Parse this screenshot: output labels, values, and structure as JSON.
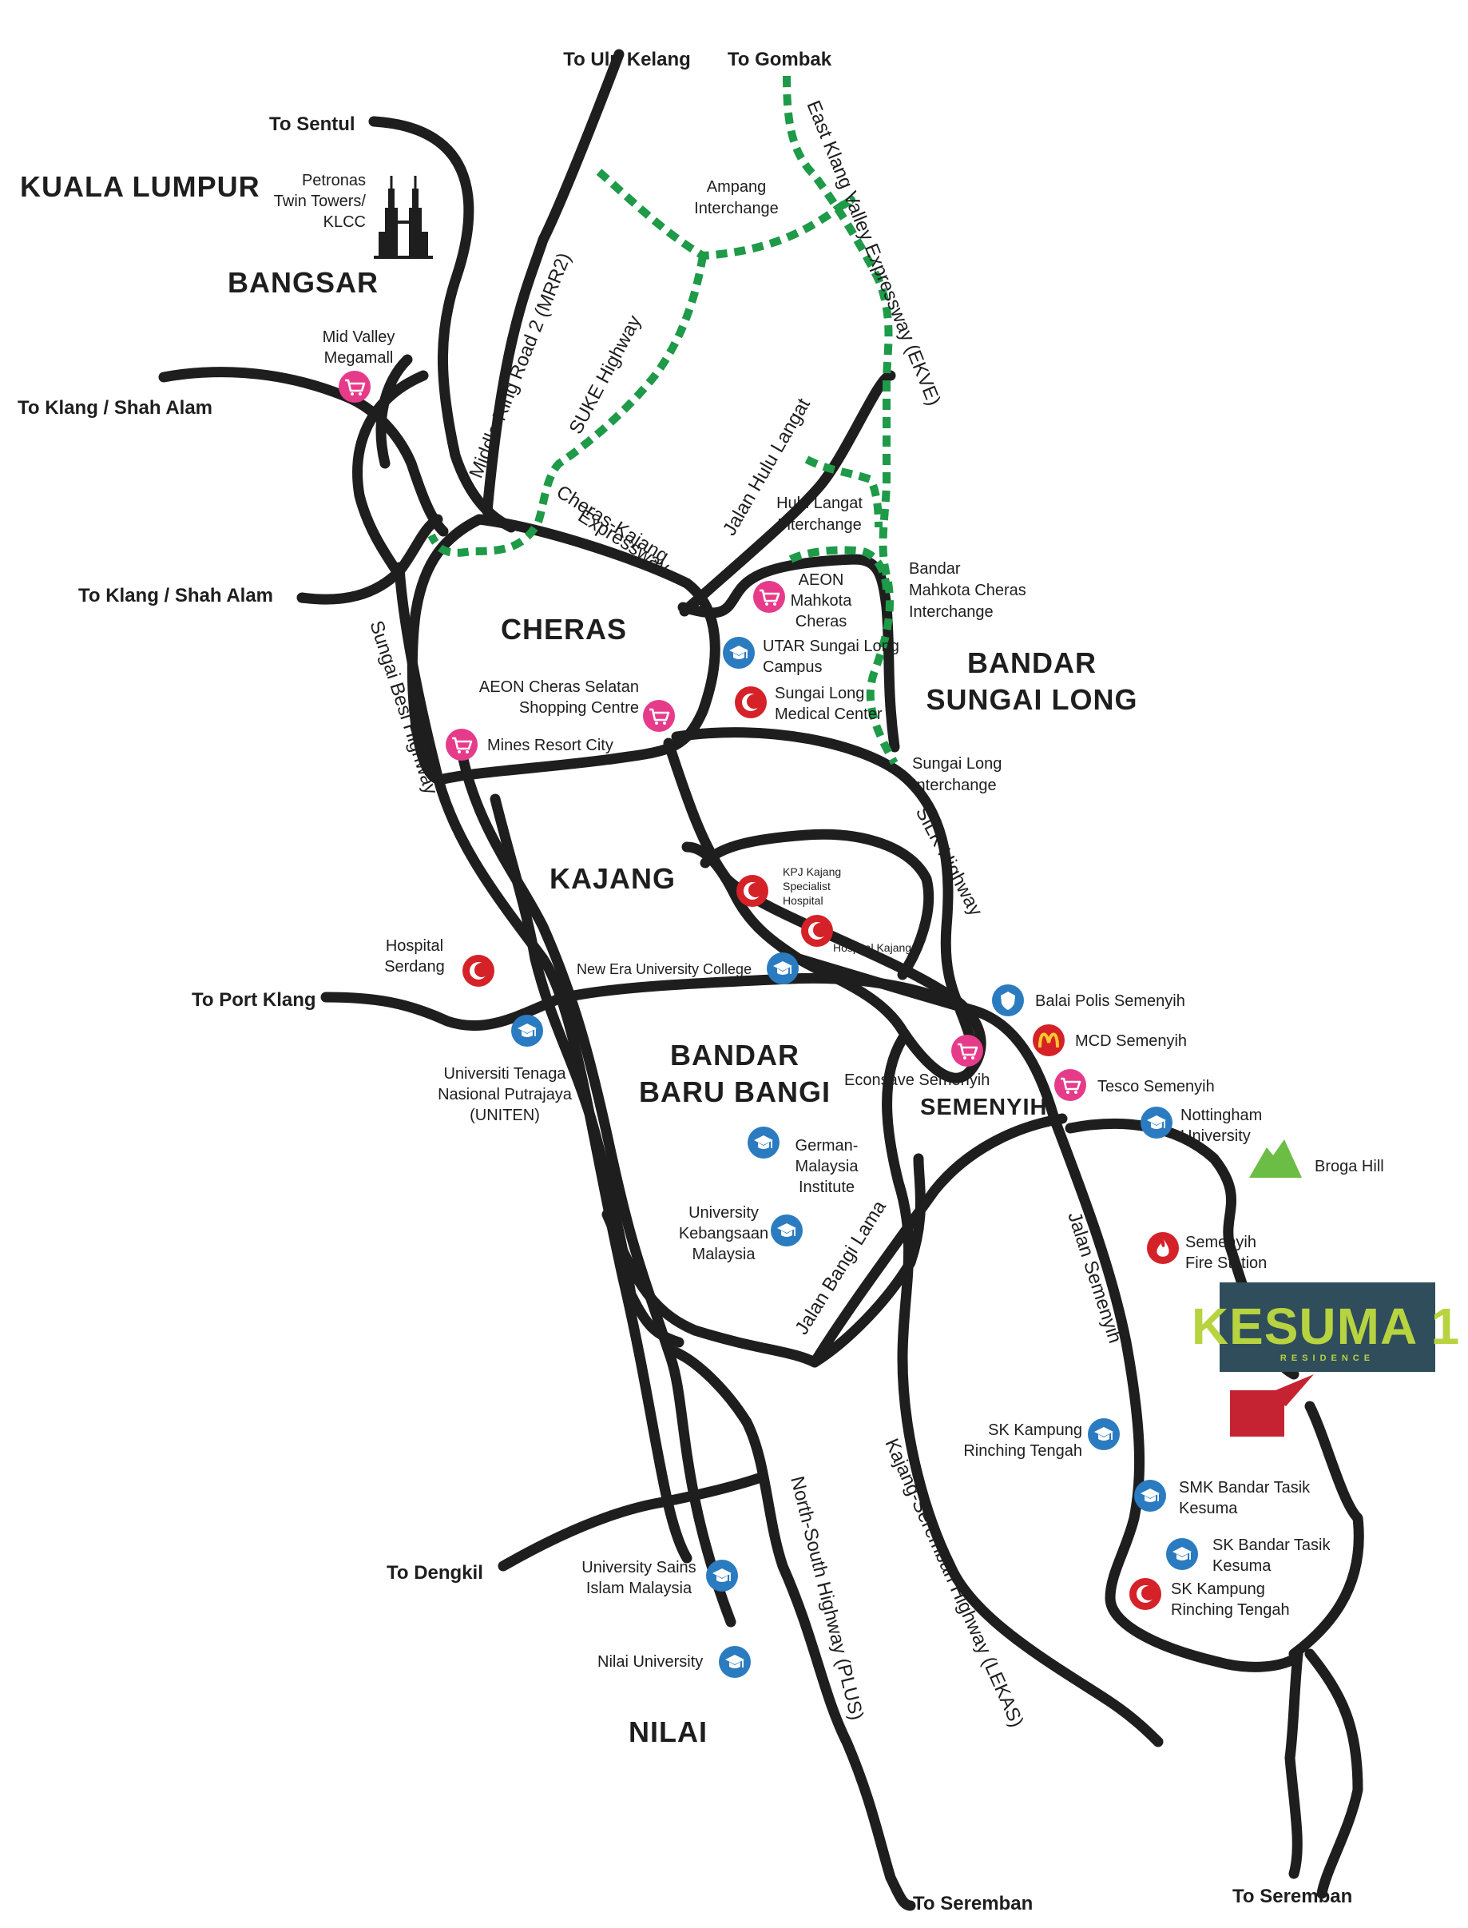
{
  "destinations": {
    "ulu_kelang": "To Ulu Kelang",
    "gombak": "To Gombak",
    "sentul": "To Sentul",
    "klang_shah_alam_1": "To Klang / Shah Alam",
    "klang_shah_alam_2": "To Klang / Shah Alam",
    "port_klang": "To Port Klang",
    "dengkil": "To Dengkil",
    "seremban_1": "To Seremban",
    "seremban_2": "To Seremban"
  },
  "areas": {
    "kuala_lumpur": "KUALA LUMPUR",
    "bangsar": "BANGSAR",
    "cheras": "CHERAS",
    "kajang": "KAJANG",
    "bandar_sungai_long_1": "BANDAR",
    "bandar_sungai_long_2": "SUNGAI LONG",
    "bandar_baru_bangi_1": "BANDAR",
    "bandar_baru_bangi_2": "BARU BANGI",
    "semenyih": "SEMENYIH",
    "nilai": "NILAI"
  },
  "roads": {
    "mrr2": "Middle Ring Road 2 (MRR2)",
    "suke": "SUKE Highway",
    "ekve": "East Klang Valley Expressway (EKVE)",
    "cheras_kajang_1": "Cheras-Kajang",
    "cheras_kajang_2": "Expressway",
    "hulu_langat": "Jalan Hulu Langat",
    "sungai_besi": "Sungai Besi Highway",
    "silk": "SILK Highway",
    "jalan_semenyih": "Jalan Semenyih",
    "bangi_lama": "Jalan Bangi Lama",
    "lekas": "Kajang-Seremban Highway (LEKAS)",
    "plus": "North-South Highway (PLUS)"
  },
  "interchanges": {
    "ampang": [
      "Ampang",
      "Interchange"
    ],
    "hulu_langat": [
      "Hulu Langat",
      "Interchange"
    ],
    "mahkota": [
      "Bandar",
      "Mahkota Cheras",
      "Interchange"
    ],
    "sungai_long": [
      "Sungai Long",
      "Interchange"
    ]
  },
  "pois": {
    "petronas": [
      "Petronas",
      "Twin Towers/",
      "KLCC"
    ],
    "mid_valley": [
      "Mid Valley",
      "Megamall"
    ],
    "aeon_mahkota": [
      "AEON",
      "Mahkota",
      "Cheras"
    ],
    "utar": [
      "UTAR Sungai Long",
      "Campus"
    ],
    "sungai_long_medical": [
      "Sungai Long",
      "Medical Center"
    ],
    "aeon_cheras_selatan": [
      "AEON Cheras Selatan",
      "Shopping Centre"
    ],
    "mines": "Mines Resort City",
    "kpj": [
      "KPJ Kajang",
      "Specialist",
      "Hospital"
    ],
    "hospital_kajang": "Hospital Kajang",
    "hospital_serdang": [
      "Hospital",
      "Serdang"
    ],
    "new_era": "New Era University College",
    "uniten": [
      "Universiti Tenaga",
      "Nasional Putrajaya",
      "(UNITEN)"
    ],
    "balai_polis": "Balai Polis Semenyih",
    "mcd": "MCD Semenyih",
    "econsave": "Econsave Semenyih",
    "tesco": "Tesco Semenyih",
    "nottingham": [
      "Nottingham",
      "University"
    ],
    "broga": "Broga Hill",
    "german_malaysia": [
      "German-",
      "Malaysia",
      "Institute"
    ],
    "ukm": [
      "University",
      "Kebangsaan",
      "Malaysia"
    ],
    "fire_station": [
      "Semenyih",
      "Fire Station"
    ],
    "sk_rinching_1": [
      "SK Kampung",
      "Rinching Tengah"
    ],
    "smk_tasik": [
      "SMK Bandar Tasik",
      "Kesuma"
    ],
    "sk_tasik": [
      "SK Bandar Tasik",
      "Kesuma"
    ],
    "sk_rinching_2": [
      "SK Kampung",
      "Rinching Tengah"
    ],
    "usim": [
      "University Sains",
      "Islam Malaysia"
    ],
    "nilai_university": "Nilai University"
  },
  "brand": {
    "name": "KESUMA 1",
    "tagline": "RESIDENCE"
  },
  "colors": {
    "road": "#1e1e1e",
    "dashed_highway": "#1e9a48",
    "mall_icon": "#e63b8a",
    "education_icon": "#2b7bc0",
    "hospital_icon": "#d52128",
    "brand_box": "#2f4d5a",
    "brand_text": "#b7d340",
    "marker": "#c62332",
    "hill": "#6cbd45",
    "mcd_red": "#d52128",
    "mcd_yellow": "#ffc72c"
  }
}
